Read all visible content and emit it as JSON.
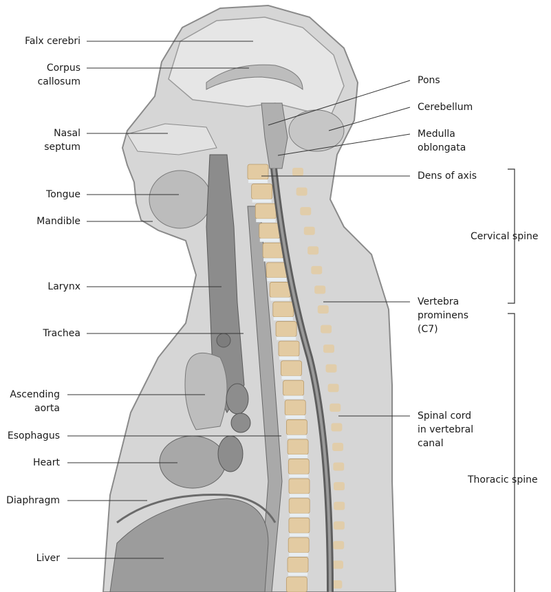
{
  "labels_left": [
    {
      "id": "falx-cerebri",
      "lines": [
        "Falx cerebri"
      ]
    },
    {
      "id": "corpus-callosum",
      "lines": [
        "Corpus",
        "callosum"
      ]
    },
    {
      "id": "nasal-septum",
      "lines": [
        "Nasal",
        "septum"
      ]
    },
    {
      "id": "tongue",
      "lines": [
        "Tongue"
      ]
    },
    {
      "id": "mandible",
      "lines": [
        "Mandible"
      ]
    },
    {
      "id": "larynx",
      "lines": [
        "Larynx"
      ]
    },
    {
      "id": "trachea",
      "lines": [
        "Trachea"
      ]
    },
    {
      "id": "ascending-aorta",
      "lines": [
        "Ascending",
        "aorta"
      ]
    },
    {
      "id": "esophagus",
      "lines": [
        "Esophagus"
      ]
    },
    {
      "id": "heart",
      "lines": [
        "Heart"
      ]
    },
    {
      "id": "diaphragm",
      "lines": [
        "Diaphragm"
      ]
    },
    {
      "id": "liver",
      "lines": [
        "Liver"
      ]
    }
  ],
  "labels_right": [
    {
      "id": "pons",
      "lines": [
        "Pons"
      ]
    },
    {
      "id": "cerebellum",
      "lines": [
        "Cerebellum"
      ]
    },
    {
      "id": "medulla-oblongata",
      "lines": [
        "Medulla",
        "oblongata"
      ]
    },
    {
      "id": "dens-of-axis",
      "lines": [
        "Dens of axis"
      ]
    },
    {
      "id": "vertebra-prominens",
      "lines": [
        "Vertebra",
        "prominens",
        "(C7)"
      ]
    },
    {
      "id": "spinal-cord",
      "lines": [
        "Spinal cord",
        "in vertebral",
        "canal"
      ]
    }
  ],
  "region_brackets": [
    {
      "id": "cervical-spine",
      "label": "Cervical spine"
    },
    {
      "id": "thoracic-spine",
      "label": "Thoracic spine"
    }
  ],
  "colors": {
    "text": "#1a1a1a",
    "leader": "#333333",
    "tissue": "#d2d2d2",
    "tissue_dark": "#9a9a9a",
    "bone": "#e3cba2",
    "disc": "#e8eef2",
    "cord": "#6f6f6f",
    "organ": "#b5b5b5"
  }
}
